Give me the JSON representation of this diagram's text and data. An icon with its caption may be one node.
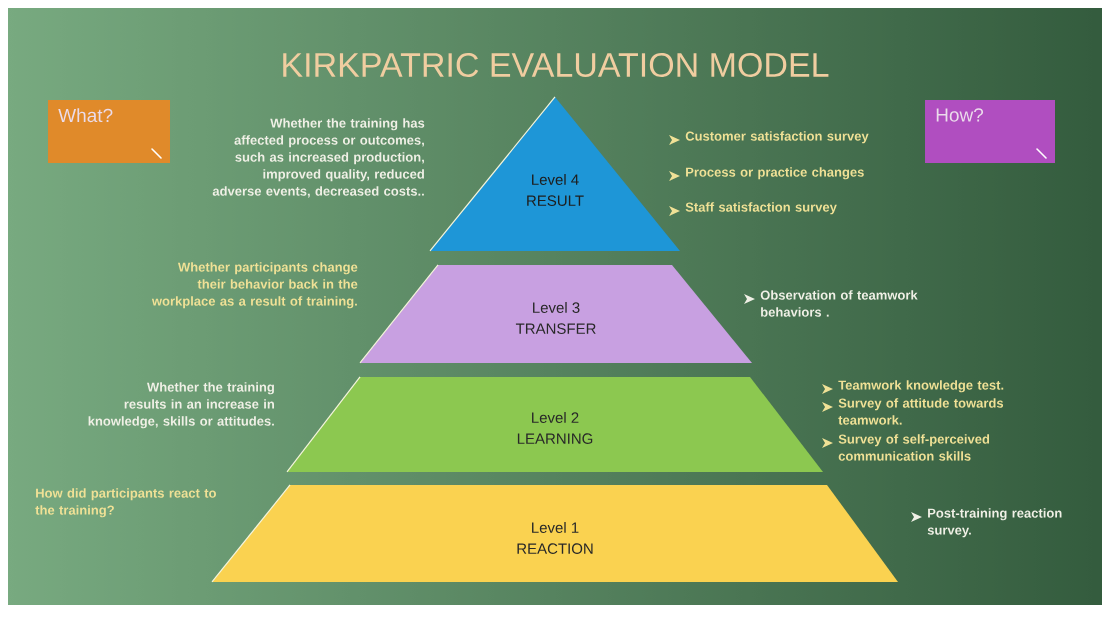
{
  "diagram": {
    "title": "KIRKPATRIC EVALUATION MODEL",
    "nodes": [
      {
        "text": [
          "What?"
        ]
      },
      {
        "text": [
          "How?"
        ]
      },
      {
        "text": [
          "Level 4",
          "RESULT"
        ]
      },
      {
        "text": [
          "Level 3",
          "TRANSFER"
        ]
      },
      {
        "text": [
          "Level 2",
          "LEARNING"
        ]
      },
      {
        "text": [
          "Level 1",
          "REACTION"
        ]
      }
    ],
    "edges": [],
    "labels": [
      "Whether the training has affected process or outcomes, such as increased production, improved quality, reduced adverse events, decreased costs..",
      "Customer satisfaction survey",
      "Process or practice changes",
      "Staff satisfaction survey",
      "Whether participants change their behavior back in the workplace as a result of training.",
      "Observation of teamwork behaviors .",
      "Whether the training results in an increase in knowledge, skills or attitudes.",
      "Teamwork knowledge test.",
      "Survey of attitude towards teamwork.",
      "Survey of self-perceived communication skills",
      "How did participants react to the training?",
      "Post-training reaction survey."
    ]
  }
}
